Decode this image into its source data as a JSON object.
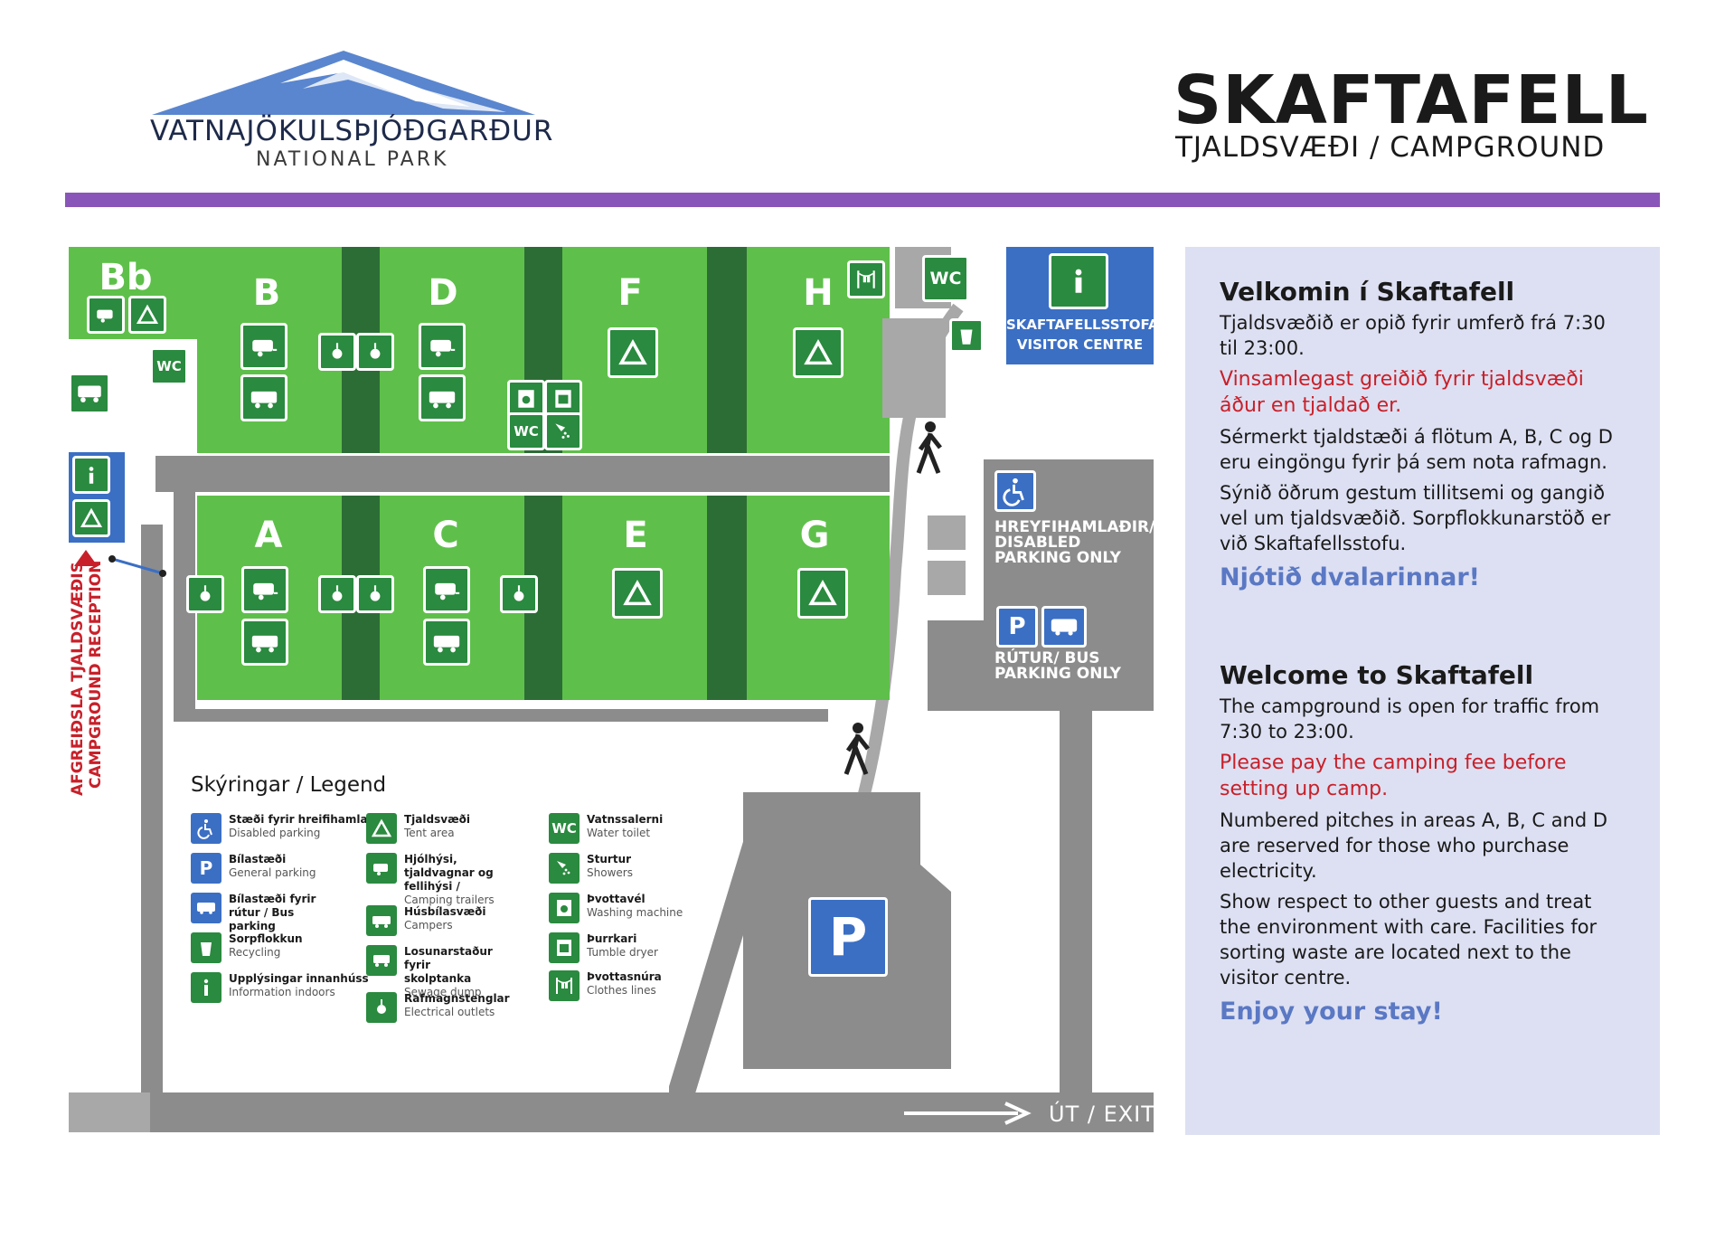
{
  "header": {
    "title": "SKAFTAFELL",
    "subtitle": "TJALDSVÆÐI / CAMPGROUND",
    "logo_name": "VATNAJÖKULSÞJÓÐGARÐUR",
    "logo_np": "NATIONAL PARK"
  },
  "map": {
    "zones": [
      "Bb",
      "B",
      "D",
      "F",
      "H",
      "A",
      "C",
      "E",
      "G"
    ],
    "wc_label": "WC",
    "visitor_centre": "SKAFTAFELLSSTOFA VISITOR CENTRE",
    "disabled_parking": "HREYFIHAMLAÐIR/ DISABLED PARKING ONLY",
    "bus_parking": "RÚTUR/ BUS PARKING ONLY",
    "parking_letter": "P",
    "reception": "AFGREIÐSLA TJALDSVÆÐIS",
    "reception_en": "CAMPGROUND RECEPTION",
    "exit": "ÚT / EXIT"
  },
  "legend": {
    "title": "Skýringar / Legend",
    "items": [
      {
        "is": "Stæði fyrir hreifihamlaða",
        "en": "Disabled parking"
      },
      {
        "is": "Bílastæði",
        "en": "General parking"
      },
      {
        "is": "Bílastæði fyrir rútur / Bus parking",
        "en": ""
      },
      {
        "is": "Sorpflokkun",
        "en": "Recycling"
      },
      {
        "is": "Upplýsingar innanhúss",
        "en": "Information indoors"
      },
      {
        "is": "Tjaldsvæði",
        "en": "Tent area"
      },
      {
        "is": "Hjólhýsi, tjaldvagnar og fellihýsi /",
        "en": "Camping trailers"
      },
      {
        "is": "Húsbílasvæði",
        "en": "Campers"
      },
      {
        "is": "Losunarstaður fyrir skolptanka",
        "en": "Sewage dump"
      },
      {
        "is": "Rafmagnstenglar",
        "en": "Electrical outlets"
      },
      {
        "is": "Vatnssalerni",
        "en": "Water toilet"
      },
      {
        "is": "Sturtur",
        "en": "Showers"
      },
      {
        "is": "Þvottavél",
        "en": "Washing machine"
      },
      {
        "is": "Þurrkari",
        "en": "Tumble dryer"
      },
      {
        "is": "Þvottasnúra",
        "en": "Clothes lines"
      }
    ]
  },
  "info": {
    "is_heading": "Velkomin í Skaftafell",
    "is_p1": "Tjaldsvæðið er opið fyrir umferð frá 7:30 til 23:00.",
    "is_red": "Vinsamlegast greiðið fyrir tjaldsvæði áður en tjaldað er.",
    "is_p2": "Sérmerkt tjaldstæði á flötum A, B, C og D eru eingöngu fyrir þá sem nota rafmagn.",
    "is_p3": "Sýnið öðrum gestum tillitsemi og gangið vel um tjaldsvæðið. Sorpflokkunarstöð er við Skaftafellsstofu.",
    "is_enjoy": "Njótið dvalarinnar!",
    "en_heading": "Welcome to Skaftafell",
    "en_p1": "The campground is open for traffic from 7:30 to 23:00.",
    "en_red": "Please pay the camping fee before setting up camp.",
    "en_p2": "Numbered pitches in areas A, B, C and D are reserved for those who purchase electricity.",
    "en_p3": "Show respect to other guests and treat the environment with care. Facilities for sorting waste are located next to the visitor centre.",
    "en_enjoy": "Enjoy your stay!"
  },
  "colors": {
    "zone_green": "#5ec04a",
    "dark_green": "#2c6d36",
    "road_gray": "#8c8c8c",
    "accent_purple": "#8a55b8",
    "info_blue": "#3b6fc4",
    "warning_red": "#c8202a"
  }
}
